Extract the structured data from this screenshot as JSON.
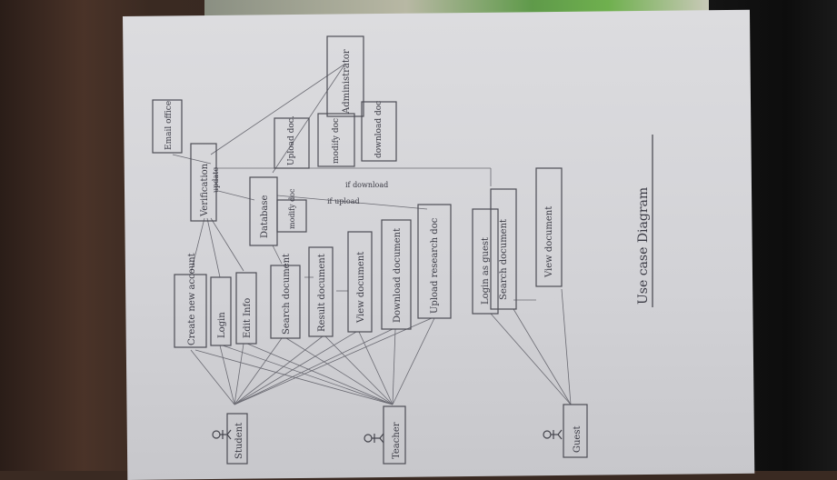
{
  "title": "Use case Diagram",
  "actors": {
    "student": "Student",
    "teacher": "Teacher",
    "guest": "Guest"
  },
  "use_cases": {
    "create_account": "Create new account",
    "login": "Login",
    "edit_info": "Edit Info",
    "search_doc": "Search document",
    "result_doc": "Result document",
    "view_doc": "View document",
    "download_doc": "Download document",
    "upload_doc": "Upload research doc",
    "login_guest": "Login as guest",
    "search_doc_guest": "Search document",
    "view_doc_guest": "View document",
    "verification": "Verification",
    "database": "Database",
    "modify": "modify doc",
    "email_office": "Email office",
    "upload_admin": "Upload doc.",
    "modify_admin": "modify doc",
    "download_admin": "download doc",
    "administrator": "Administrator"
  },
  "edge_labels": {
    "update": "update",
    "if_upload": "if upload",
    "if_download": "if download"
  }
}
